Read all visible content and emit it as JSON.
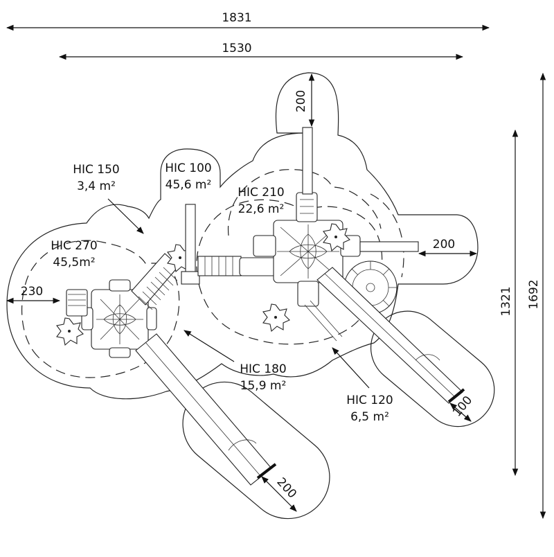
{
  "dimensions": {
    "overall_width": "1831",
    "inner_width": "1530",
    "overall_height": "1692",
    "inner_height": "1321",
    "top_clearance": "200",
    "right_clearance": "200",
    "left_clearance": "230",
    "slide_clearance_big": "200",
    "slide_clearance_small": "100"
  },
  "zones": [
    {
      "code": "HIC 150",
      "area": "3,4 m²"
    },
    {
      "code": "HIC 100",
      "area": "45,6 m²"
    },
    {
      "code": "HIC 210",
      "area": "22,6 m²"
    },
    {
      "code": "HIC 270",
      "area": "45,5m²"
    },
    {
      "code": "HIC 180",
      "area": "15,9 m²"
    },
    {
      "code": "HIC 120",
      "area": "6,5 m²"
    }
  ],
  "colors": {
    "line": "#222222",
    "background": "#ffffff"
  }
}
